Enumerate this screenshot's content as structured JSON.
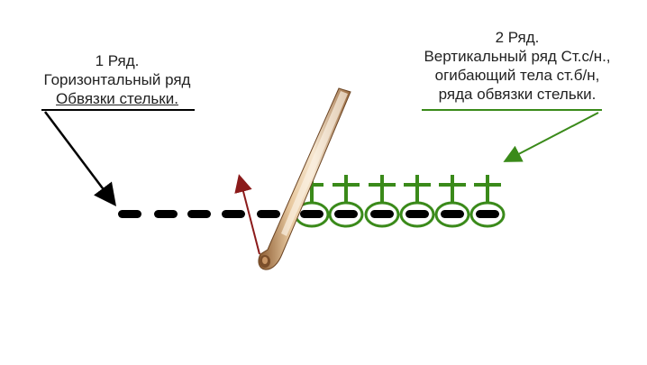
{
  "row1": {
    "title": "1 Ряд.",
    "line2": "Горизонтальный ряд",
    "line3": "Обвязки стельки."
  },
  "row2": {
    "title": "2 Ряд.",
    "line2": "Вертикальный ряд Ст.с/н.,",
    "line3": "огибающий тела ст.б/н,",
    "line4": "ряда обвязки стельки."
  },
  "colors": {
    "stitch_black": "#000000",
    "stitch_green": "#3a8a1a",
    "arrow_red": "#8b1a1a",
    "hook_main": "#c9a47a",
    "hook_dark": "#7a4e2a"
  },
  "icons": {
    "hook": "crochet-hook-icon",
    "chain": "chain-stitch-mark",
    "dc": "double-crochet-symbol"
  }
}
